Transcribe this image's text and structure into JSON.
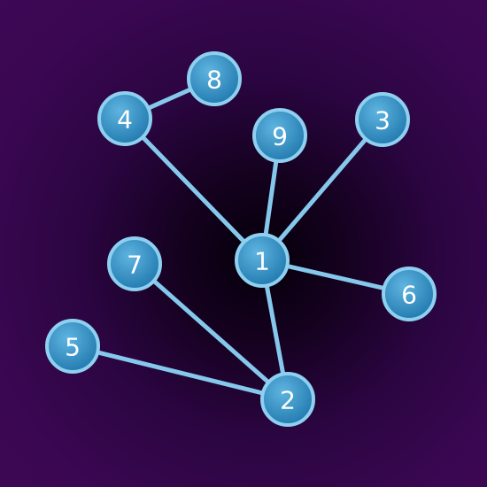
{
  "colors": {
    "background": "#3a0752",
    "edge": "#86c8ec",
    "node_fill_light": "#5fb4e0",
    "node_fill_dark": "#1f78ad",
    "node_stroke": "#8fd0f0",
    "label": "#ffffff"
  },
  "graph": {
    "nodes": [
      {
        "id": "1",
        "label": "1"
      },
      {
        "id": "2",
        "label": "2"
      },
      {
        "id": "3",
        "label": "3"
      },
      {
        "id": "4",
        "label": "4"
      },
      {
        "id": "5",
        "label": "5"
      },
      {
        "id": "6",
        "label": "6"
      },
      {
        "id": "7",
        "label": "7"
      },
      {
        "id": "8",
        "label": "8"
      },
      {
        "id": "9",
        "label": "9"
      }
    ],
    "edges": [
      {
        "from": "4",
        "to": "8"
      },
      {
        "from": "4",
        "to": "1"
      },
      {
        "from": "9",
        "to": "1"
      },
      {
        "from": "3",
        "to": "1"
      },
      {
        "from": "1",
        "to": "6"
      },
      {
        "from": "1",
        "to": "2"
      },
      {
        "from": "7",
        "to": "2"
      },
      {
        "from": "5",
        "to": "2"
      }
    ]
  }
}
